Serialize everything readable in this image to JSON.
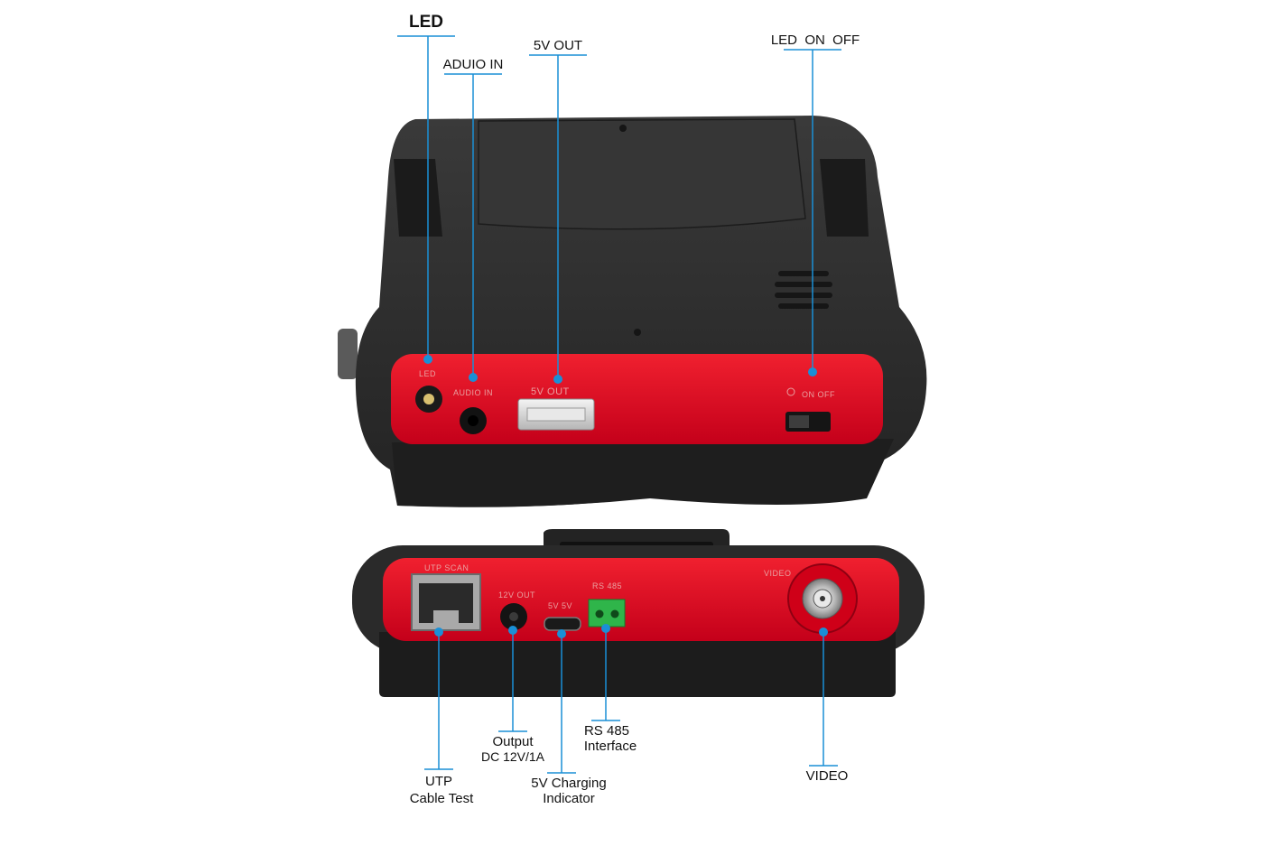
{
  "callouts": {
    "led": "LED",
    "audio_in": "ADUIO IN",
    "five_v_out": "5V OUT",
    "led_on_off": "LED  ON  OFF",
    "utp_line1": "UTP",
    "utp_line2": "Cable Test",
    "output_line1": "Output",
    "output_line2": "DC 12V/1A",
    "charging_line1": "5V Charging",
    "charging_line2": "Indicator",
    "rs485_line1": "RS 485",
    "rs485_line2": "Interface",
    "video": "VIDEO"
  },
  "device_labels": {
    "led": "LED",
    "audio_in": "AUDIO IN",
    "five_v_out": "5V  OUT",
    "on_off": "ON  OFF",
    "utp_scan": "UTP SCAN",
    "twelve_v_out": "12V  OUT",
    "five_v": "5V  5V",
    "rs485": "RS 485",
    "video": "VIDEO"
  },
  "colors": {
    "accent_line": "#1a8fd6",
    "panel_red": "#e0001b",
    "body_dark": "#2b2b2b"
  }
}
